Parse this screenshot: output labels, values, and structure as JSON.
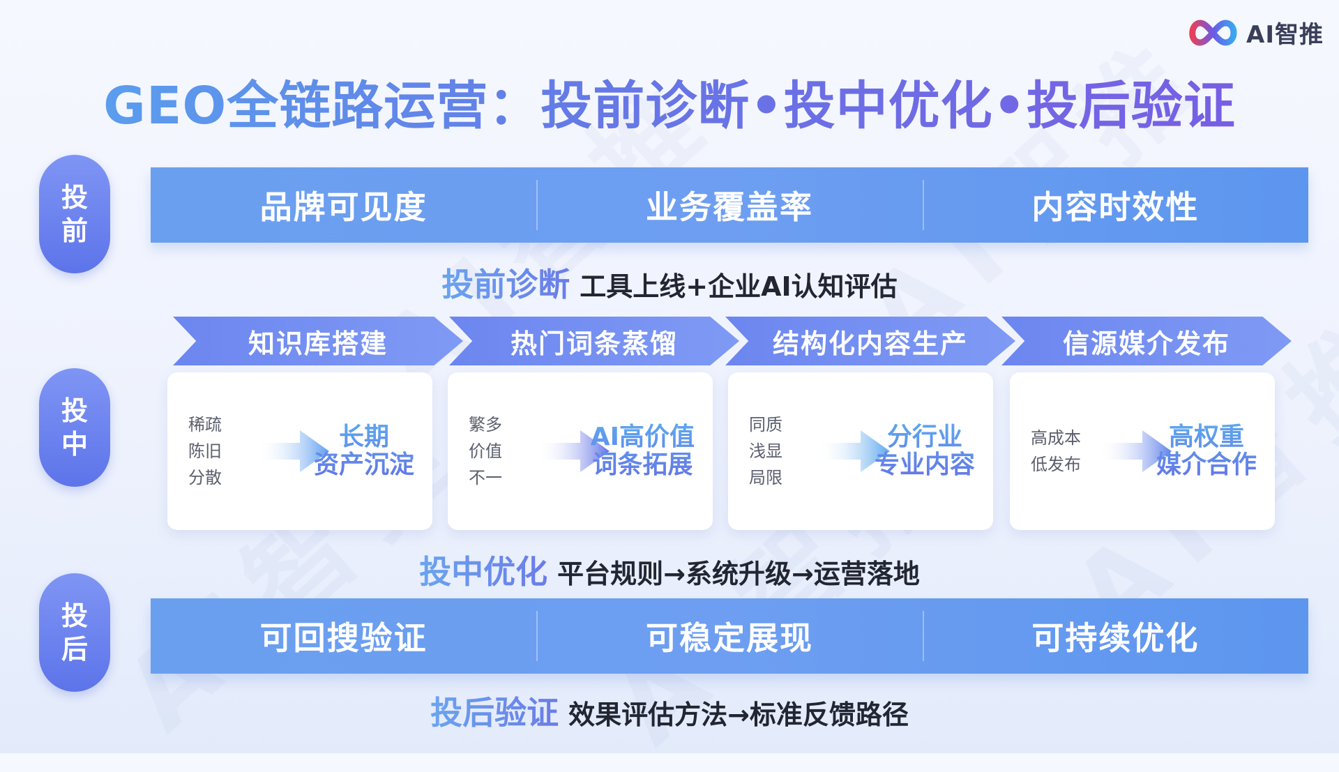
{
  "logo": {
    "text": "AI智推"
  },
  "title": "GEO全链路运营：投前诊断•投中优化•投后验证",
  "watermark": "AI智推",
  "stages": [
    {
      "chars": [
        "投",
        "前"
      ]
    },
    {
      "chars": [
        "投",
        "中"
      ]
    },
    {
      "chars": [
        "投",
        "后"
      ]
    }
  ],
  "pre": {
    "bar": [
      "品牌可见度",
      "业务覆盖率",
      "内容时效性"
    ],
    "caption_key": "投前诊断",
    "caption_text": "工具上线+企业AI认知评估"
  },
  "mid": {
    "steps": [
      "知识库搭建",
      "热门词条蒸馏",
      "结构化内容生产",
      "信源媒介发布"
    ],
    "cards": [
      {
        "from": [
          "稀疏",
          "陈旧",
          "分散"
        ],
        "to": [
          "长期",
          "资产沉淀"
        ]
      },
      {
        "from": [
          "繁多",
          "价值",
          "不一"
        ],
        "to": [
          "AI高价值",
          "词条拓展"
        ]
      },
      {
        "from": [
          "同质",
          "浅显",
          "局限"
        ],
        "to": [
          "分行业",
          "专业内容"
        ]
      },
      {
        "from": [
          "高成本",
          "低发布"
        ],
        "to": [
          "高权重",
          "媒介合作"
        ]
      }
    ],
    "caption_key": "投中优化",
    "caption_text": "平台规则→系统升级→运营落地"
  },
  "post": {
    "bar": [
      "可回搜验证",
      "可稳定展现",
      "可持续优化"
    ],
    "caption_key": "投后验证",
    "caption_text": "效果评估方法→标准反馈路径"
  },
  "colors": {
    "accent": "#6d9ef1",
    "pill": "#6a80ee",
    "chevron": "#7590f2",
    "title_start": "#58a5ef",
    "title_end": "#7a5ae4"
  }
}
